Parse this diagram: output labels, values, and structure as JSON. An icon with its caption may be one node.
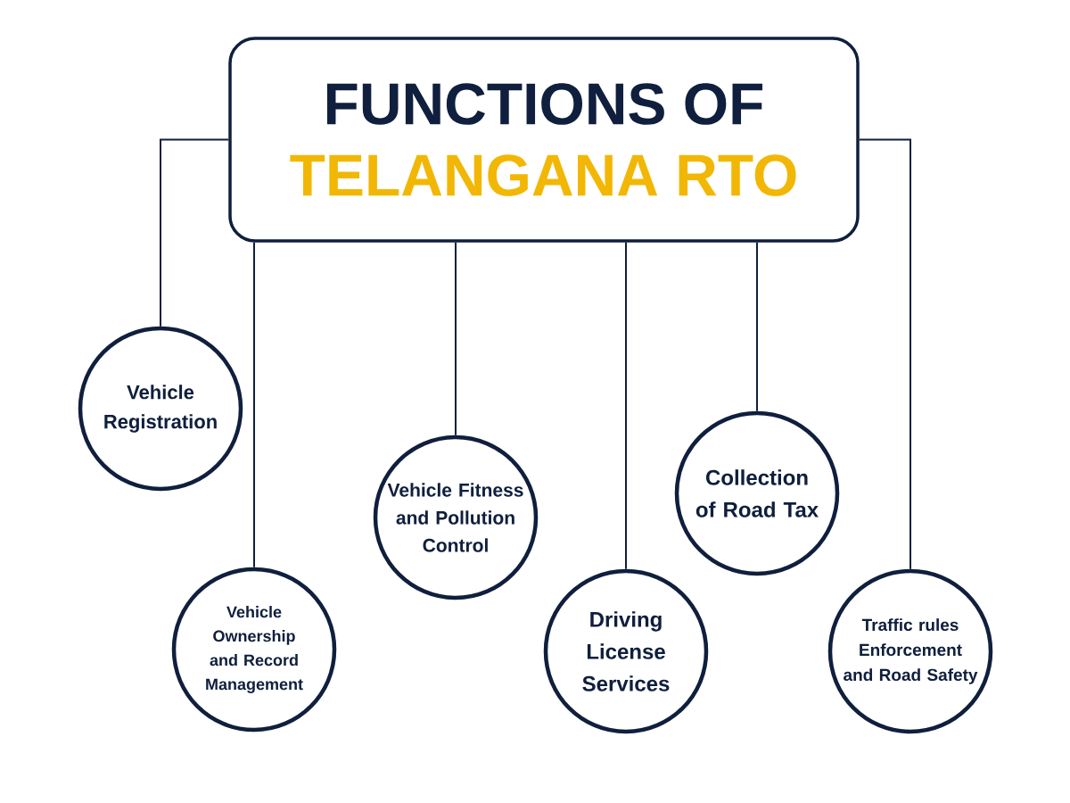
{
  "diagram": {
    "nodes": [
      {
        "text": [
          "FUNCTIONS OF",
          "TELANGANA RTO"
        ]
      },
      {
        "text": [
          "Vehicle Registration"
        ]
      },
      {
        "text": [
          "Vehicle Ownership and Record Management"
        ]
      },
      {
        "text": [
          "Vehicle Fitness and Pollution Control"
        ]
      },
      {
        "text": [
          "Driving License Services"
        ]
      },
      {
        "text": [
          "Collection of Road Tax"
        ]
      },
      {
        "text": [
          "Traffic rules Enforcement and Road Safety"
        ]
      }
    ],
    "edges": [
      {
        "from": 0,
        "to": 1,
        "arrow": "none"
      },
      {
        "from": 0,
        "to": 2,
        "arrow": "none"
      },
      {
        "from": 0,
        "to": 3,
        "arrow": "none"
      },
      {
        "from": 0,
        "to": 4,
        "arrow": "none"
      },
      {
        "from": 0,
        "to": 5,
        "arrow": "none"
      },
      {
        "from": 0,
        "to": 6,
        "arrow": "none"
      }
    ]
  }
}
